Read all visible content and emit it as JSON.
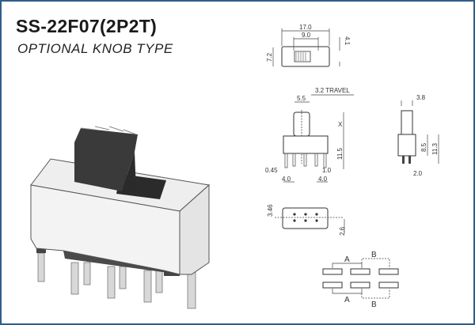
{
  "header": {
    "model": "SS-22F07(2P2T)",
    "subtitle": "OPTIONAL KNOB TYPE"
  },
  "top_view": {
    "length": "17.0",
    "slot": "9.0",
    "offset": "4.1",
    "width": "7.2"
  },
  "front_view": {
    "travel": "3.2 TRAVEL",
    "knob_width": "5.5",
    "knob_height": "X",
    "body_height": "11.5",
    "pin_thickness": "0.45",
    "pin_width": "1.0",
    "pitch_left": "4.0",
    "pitch_right": "4.0"
  },
  "side_view": {
    "knob_width": "3.8",
    "body_height": "8.5",
    "total_height": "11.3",
    "pin_spacing": "2.0"
  },
  "bottom_view": {
    "hole": "3.46",
    "row_spacing": "2.6"
  },
  "schematic": {
    "label_a_top": "A",
    "label_b_top": "B",
    "label_a_bottom": "A",
    "label_b_bottom": "B"
  },
  "colors": {
    "border": "#2f5d8a",
    "knob": "#3a3a3a"
  }
}
